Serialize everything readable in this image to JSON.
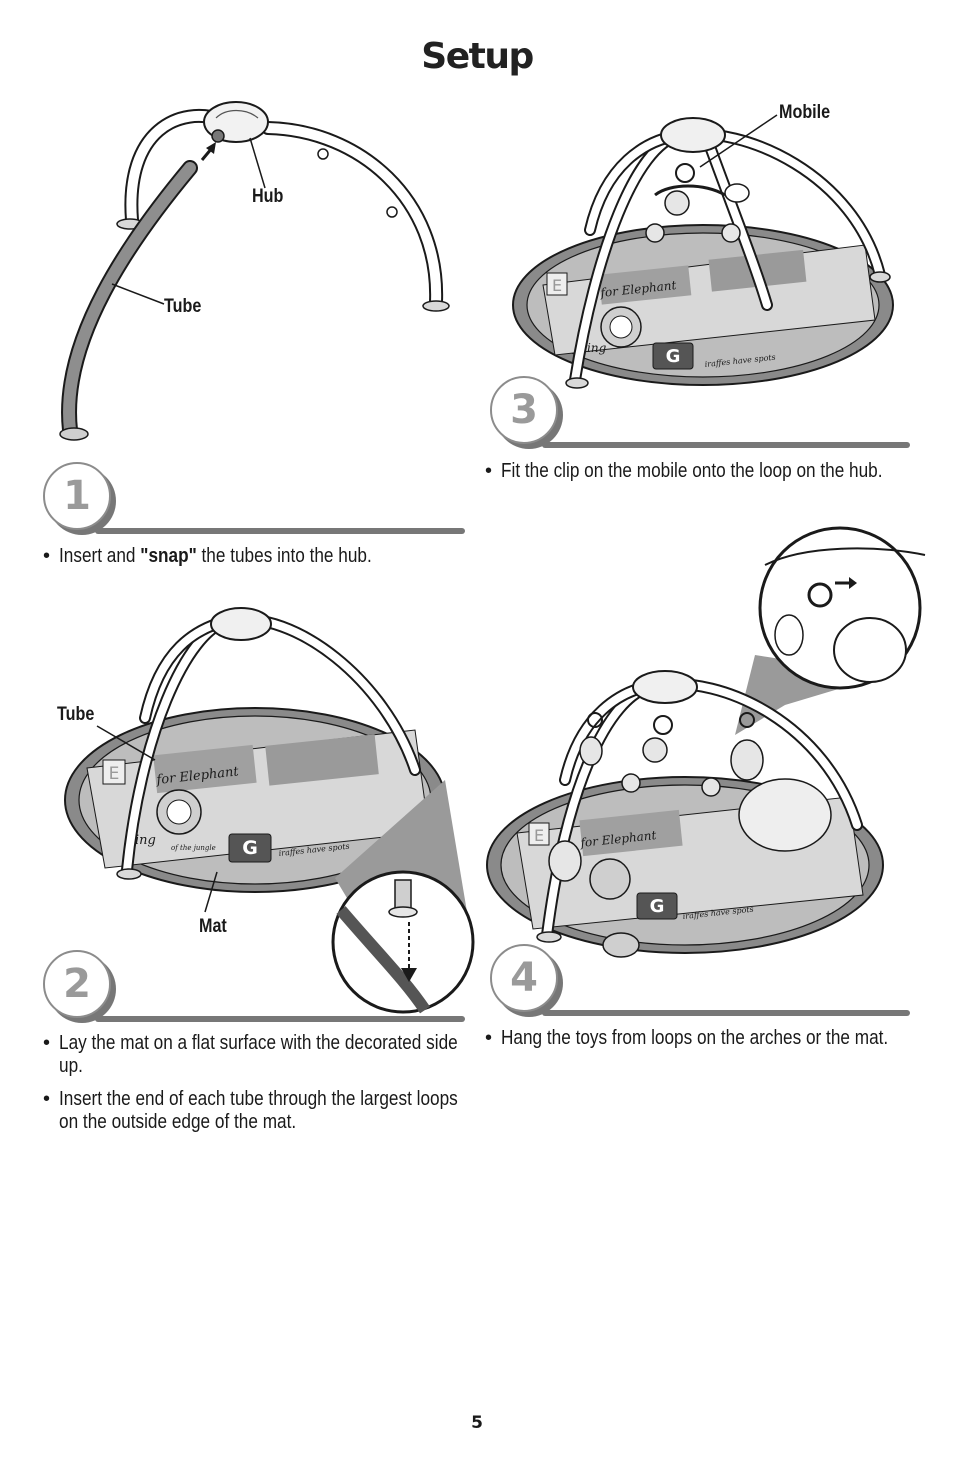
{
  "page": {
    "title": "Setup",
    "page_number": "5"
  },
  "labels": {
    "hub": "Hub",
    "tube_1": "Tube",
    "mobile": "Mobile",
    "tube_2": "Tube",
    "mat": "Mat"
  },
  "mat_print": {
    "e_letter": "E",
    "for_elephant": "for Elephant",
    "g_letter": "G",
    "king": "ing",
    "of_the_jungle": "of the jungle",
    "giraffes": "iraffes have spots"
  },
  "steps": [
    {
      "number": "1",
      "bullets": [
        {
          "pre": "Insert and ",
          "bold": "\"snap\"",
          "post": " the tubes into the hub."
        }
      ]
    },
    {
      "number": "2",
      "bullets": [
        {
          "text": "Lay the mat on a flat surface with the decorated side up."
        },
        {
          "text": "Insert the end of each tube through the largest loops on the outside edge of the mat."
        }
      ]
    },
    {
      "number": "3",
      "bullets": [
        {
          "text": "Fit the clip on the mobile onto the loop on the hub."
        }
      ]
    },
    {
      "number": "4",
      "bullets": [
        {
          "text": "Hang the toys from loops on the arches or the mat."
        }
      ]
    }
  ],
  "colors": {
    "ink": "#1a1a1a",
    "step_number_grey": "#9a9a9a",
    "tube_fill": "#8e8e8e",
    "mat_dark": "#6a6a6a",
    "mat_light": "#c8c8c8"
  }
}
